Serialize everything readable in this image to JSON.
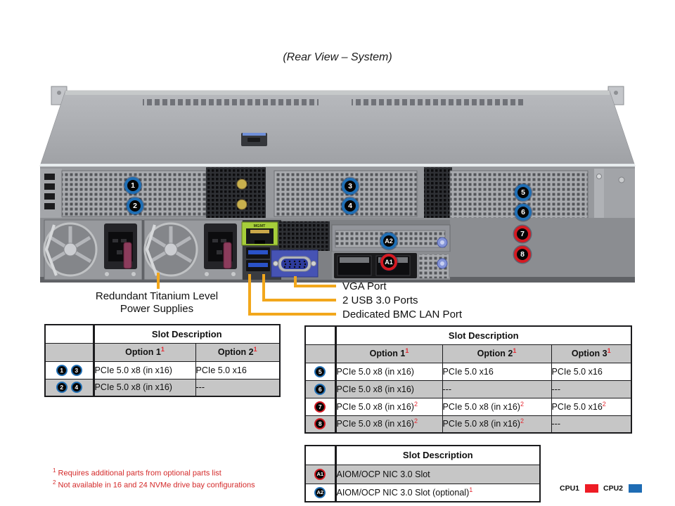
{
  "title": "(Rear View – System)",
  "diagram": {
    "mgmt_tag": "MGMT",
    "badges": [
      {
        "label": "1",
        "cpu": "cpu2"
      },
      {
        "label": "2",
        "cpu": "cpu2"
      },
      {
        "label": "3",
        "cpu": "cpu2"
      },
      {
        "label": "4",
        "cpu": "cpu2"
      },
      {
        "label": "5",
        "cpu": "cpu2"
      },
      {
        "label": "6",
        "cpu": "cpu2"
      },
      {
        "label": "7",
        "cpu": "cpu1"
      },
      {
        "label": "8",
        "cpu": "cpu1"
      },
      {
        "label": "A2",
        "cpu": "cpu2"
      },
      {
        "label": "A1",
        "cpu": "cpu1"
      }
    ],
    "callouts": {
      "psu_line1": "Redundant Titanium Level",
      "psu_line2": "Power Supplies",
      "vga": "VGA Port",
      "usb": "2 USB 3.0 Ports",
      "bmc": "Dedicated BMC LAN Port"
    },
    "callout_line_color": "#f2a71c"
  },
  "tables": {
    "left": {
      "header": "Slot Description",
      "columns": [
        {
          "label": "Option 1",
          "sup": "1"
        },
        {
          "label": "Option 2",
          "sup": "1"
        }
      ],
      "rows": [
        {
          "badges": [
            {
              "label": "1"
            },
            {
              "label": "3"
            }
          ],
          "cells": [
            {
              "text": "PCIe 5.0 x8 (in x16)",
              "sup": ""
            },
            {
              "text": "PCIe 5.0 x16",
              "sup": ""
            }
          ]
        },
        {
          "badges": [
            {
              "label": "2"
            },
            {
              "label": "4"
            }
          ],
          "cells": [
            {
              "text": "PCIe 5.0 x8 (in x16)",
              "sup": ""
            },
            {
              "text": "---",
              "sup": ""
            }
          ]
        }
      ]
    },
    "right": {
      "header": "Slot Description",
      "columns": [
        {
          "label": "Option 1",
          "sup": "1"
        },
        {
          "label": "Option 2",
          "sup": "1"
        },
        {
          "label": "Option 3",
          "sup": "1"
        }
      ],
      "rows": [
        {
          "badge": {
            "label": "5"
          },
          "cells": [
            {
              "text": "PCIe 5.0 x8 (in x16)",
              "sup": ""
            },
            {
              "text": "PCIe 5.0 x16",
              "sup": ""
            },
            {
              "text": "PCIe 5.0 x16",
              "sup": ""
            }
          ]
        },
        {
          "badge": {
            "label": "6"
          },
          "cells": [
            {
              "text": "PCIe 5.0 x8 (in x16)",
              "sup": ""
            },
            {
              "text": "---",
              "sup": ""
            },
            {
              "text": "---",
              "sup": ""
            }
          ]
        },
        {
          "badge": {
            "label": "7"
          },
          "cells": [
            {
              "text": "PCIe 5.0 x8 (in x16)",
              "sup": "2"
            },
            {
              "text": "PCIe 5.0 x8 (in x16)",
              "sup": "2"
            },
            {
              "text": "PCIe 5.0 x16",
              "sup": "2"
            }
          ]
        },
        {
          "badge": {
            "label": "8"
          },
          "cells": [
            {
              "text": "PCIe 5.0 x8 (in x16)",
              "sup": "2"
            },
            {
              "text": "PCIe 5.0 x8 (in x16)",
              "sup": "2"
            },
            {
              "text": "---",
              "sup": ""
            }
          ]
        }
      ]
    },
    "aiom": {
      "header": "Slot Description",
      "rows": [
        {
          "badge": {
            "label": "A1"
          },
          "cells": [
            {
              "text": "AIOM/OCP NIC 3.0 Slot",
              "sup": ""
            }
          ]
        },
        {
          "badge": {
            "label": "A2"
          },
          "cells": [
            {
              "text": "AIOM/OCP NIC 3.0 Slot (optional)",
              "sup": "1"
            }
          ]
        }
      ]
    }
  },
  "footnotes": [
    {
      "sup": "1",
      "text": "Requires additional parts from optional parts list"
    },
    {
      "sup": "2",
      "text": "Not available in 16 and 24 NVMe drive bay configurations"
    }
  ],
  "legend": [
    {
      "label": "CPU1",
      "color": "#ee1c25"
    },
    {
      "label": "CPU2",
      "color": "#1e6cb4"
    }
  ]
}
